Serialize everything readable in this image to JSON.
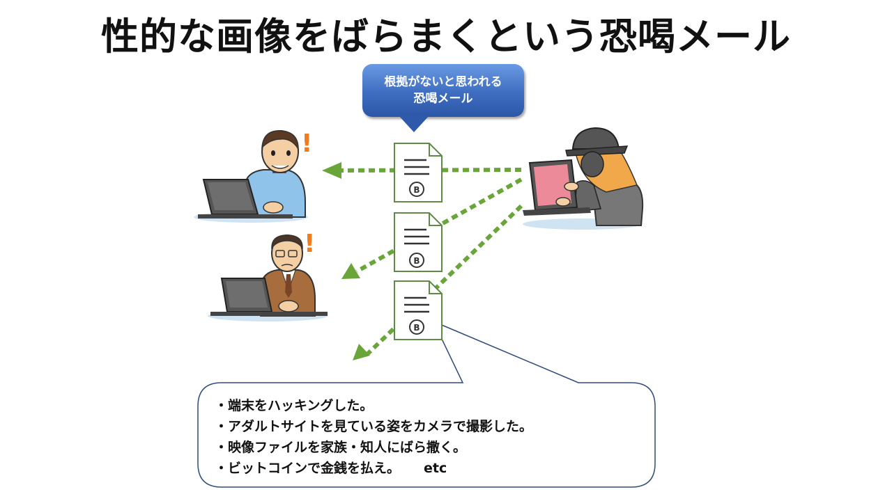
{
  "title": "性的な画像をばらまくという恐喝メール",
  "callout": {
    "line1": "根拠がないと思われる",
    "line2": "恐喝メール"
  },
  "document_symbol": "B",
  "bullets": [
    "・端末をハッキングした。",
    "・アダルトサイトを見ている姿をカメラで撮影した。",
    "・映像ファイルを家族・知人にばら撒く。",
    "・ビットコインで金銭を払え。"
  ],
  "bullets_suffix": "etc",
  "alert_mark": "!",
  "colors": {
    "arrow": "#6aa53a",
    "callout": "#3e6dc0",
    "document_stroke": "#5f8a45",
    "speech_border": "#2f4a7a"
  }
}
